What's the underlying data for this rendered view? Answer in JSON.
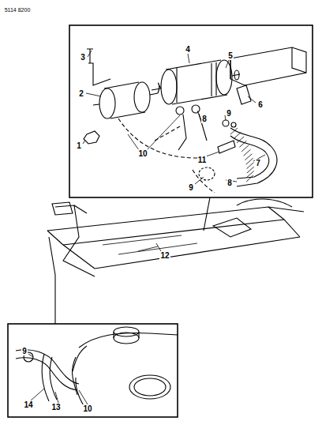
{
  "diagram": {
    "labels": [
      "5114 8200",
      "3",
      "4",
      "5",
      "2",
      "6",
      "9",
      "8",
      "1",
      "10",
      "7",
      "11",
      "8",
      "9",
      "12",
      "9",
      "14",
      "13",
      "10"
    ]
  }
}
